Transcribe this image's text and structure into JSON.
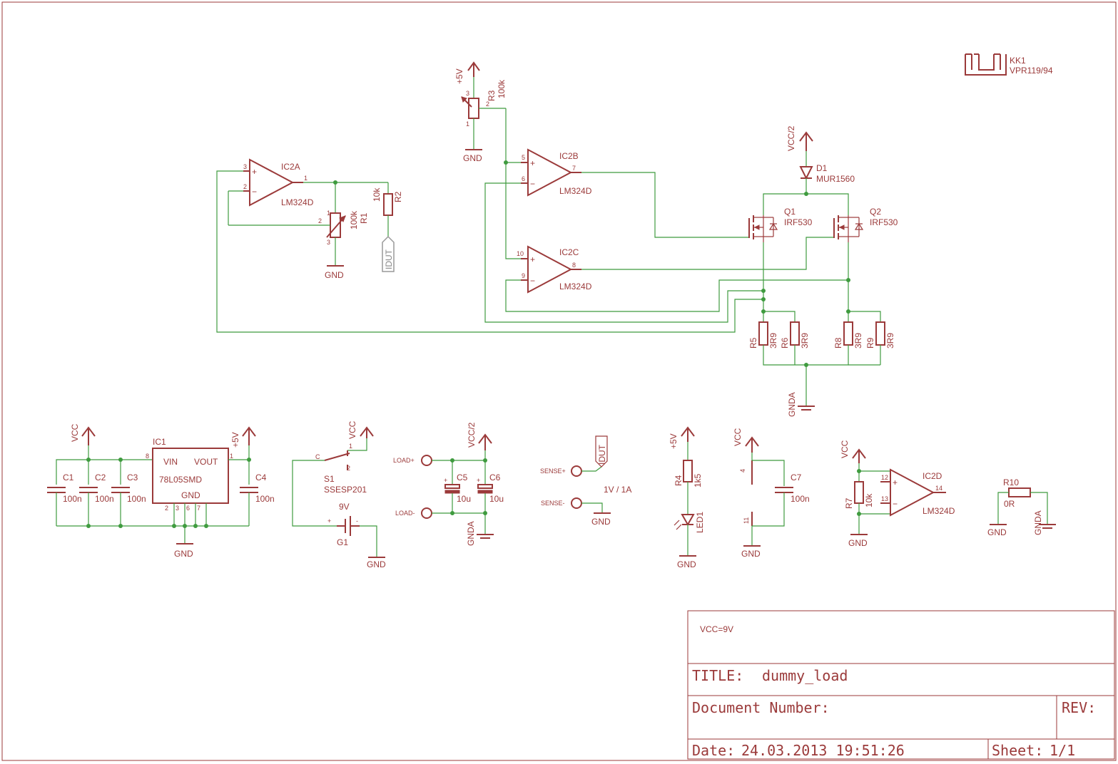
{
  "title_block": {
    "note": "VCC=9V",
    "title_label": "TITLE:",
    "title_value": "dummy_load",
    "document_number_label": "Document Number:",
    "rev_label": "REV:",
    "date_label": "Date:",
    "date_value": "24.03.2013 19:51:26",
    "sheet_label": "Sheet:",
    "sheet_value": "1/1"
  },
  "heatsink": {
    "name": "KK1",
    "value": "VPR119/94"
  },
  "opamps": {
    "ic2a": {
      "name": "IC2A",
      "value": "LM324D",
      "pin_plus": "3",
      "pin_minus": "2",
      "pin_out": "1"
    },
    "ic2b": {
      "name": "IC2B",
      "value": "LM324D",
      "pin_plus": "5",
      "pin_minus": "6",
      "pin_out": "7"
    },
    "ic2c": {
      "name": "IC2C",
      "value": "LM324D",
      "pin_plus": "10",
      "pin_minus": "9",
      "pin_out": "8"
    },
    "ic2d": {
      "name": "IC2D",
      "value": "LM324D",
      "pin_plus": "12",
      "pin_minus": "13",
      "pin_out": "14"
    }
  },
  "resistors": {
    "r1": {
      "name": "R1",
      "value": "100k",
      "p1": "1",
      "p2": "2",
      "p3": "3"
    },
    "r2": {
      "name": "R2",
      "value": "10k"
    },
    "r3": {
      "name": "R3",
      "value": "100k",
      "p1": "1",
      "p2": "2",
      "p3": "3"
    },
    "r4": {
      "name": "R4",
      "value": "1k5"
    },
    "r5": {
      "name": "R5",
      "value": "3R9"
    },
    "r6": {
      "name": "R6",
      "value": "3R9"
    },
    "r7": {
      "name": "R7",
      "value": "10k"
    },
    "r8": {
      "name": "R8",
      "value": "3R9"
    },
    "r9": {
      "name": "R9",
      "value": "3R9"
    },
    "r10": {
      "name": "R10",
      "value": "0R"
    }
  },
  "capacitors": {
    "c1": {
      "name": "C1",
      "value": "100n"
    },
    "c2": {
      "name": "C2",
      "value": "100n"
    },
    "c3": {
      "name": "C3",
      "value": "100n"
    },
    "c4": {
      "name": "C4",
      "value": "100n"
    },
    "c5": {
      "name": "C5",
      "value": "10u"
    },
    "c6": {
      "name": "C6",
      "value": "10u"
    },
    "c7": {
      "name": "C7",
      "value": "100n"
    }
  },
  "transistors": {
    "q1": {
      "name": "Q1",
      "value": "IRF530"
    },
    "q2": {
      "name": "Q2",
      "value": "IRF530"
    }
  },
  "diode": {
    "name": "D1",
    "value": "MUR1560"
  },
  "led": {
    "name": "LED1"
  },
  "regulator": {
    "name": "IC1",
    "value": "78L05SMD",
    "vin": "VIN",
    "vout": "VOUT",
    "gnd": "GND",
    "pin_in": "8",
    "pin_out": "1",
    "pins_gnd": [
      "2",
      "3",
      "6",
      "7"
    ]
  },
  "switch": {
    "name": "S1",
    "value": "SSESP201",
    "pin_c": "C",
    "pin_1": "1",
    "pin_2": "2"
  },
  "battery": {
    "name": "G1",
    "value": "9V",
    "plus": "+",
    "minus": "-"
  },
  "supplies": {
    "vcc": "VCC",
    "vcc_half": "VCC/2",
    "plus5v": "+5V",
    "gnd": "GND",
    "gnda": "GNDA"
  },
  "connectors": {
    "load_plus": "LOAD+",
    "load_minus": "LOAD-",
    "sense_plus": "SENSE+",
    "sense_minus": "SENSE-",
    "idut": "IDUT",
    "scale_note": "1V / 1A"
  },
  "ic_power_pins": {
    "vcc_pin": "4",
    "gnd_pin": "11"
  }
}
